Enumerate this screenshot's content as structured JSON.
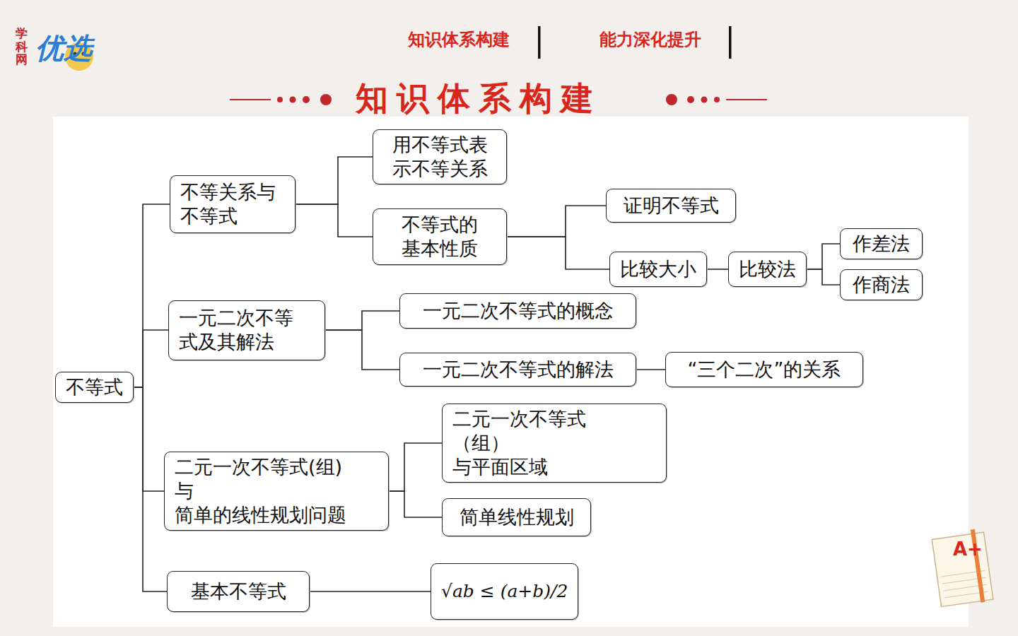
{
  "diagram": {
    "nodes": [
      {
        "text": [
          "不等式"
        ]
      },
      {
        "text": [
          "不等关系与 不等式"
        ]
      },
      {
        "text": [
          "用不等式表 示不等关系"
        ]
      },
      {
        "text": [
          "不等式的 基本性质"
        ]
      },
      {
        "text": [
          "证明不等式"
        ]
      },
      {
        "text": [
          "比较大小"
        ]
      },
      {
        "text": [
          "比较法"
        ]
      },
      {
        "text": [
          "作差法"
        ]
      },
      {
        "text": [
          "作商法"
        ]
      },
      {
        "text": [
          "一元二次不等 式及其解法"
        ]
      },
      {
        "text": [
          "一元二次不等式的概念"
        ]
      },
      {
        "text": [
          "一元二次不等式的解法"
        ]
      },
      {
        "text": [
          "“三个二次”的关系"
        ]
      },
      {
        "text": [
          "二元一次不等式(组)与 简单的线性规划问题"
        ]
      },
      {
        "text": [
          "二元一次不等式（组） 与平面区域"
        ]
      },
      {
        "text": [
          "简单线性规划"
        ]
      },
      {
        "text": [
          "基本不等式"
        ]
      },
      {
        "text": [
          "√ab ≤ (a+b)/2"
        ]
      }
    ],
    "edges": [
      {
        "from": 0,
        "to": 1,
        "arrow": "none"
      },
      {
        "from": 0,
        "to": 9,
        "arrow": "none"
      },
      {
        "from": 0,
        "to": 13,
        "arrow": "none"
      },
      {
        "from": 0,
        "to": 16,
        "arrow": "none"
      },
      {
        "from": 1,
        "to": 2,
        "arrow": "none"
      },
      {
        "from": 1,
        "to": 3,
        "arrow": "none"
      },
      {
        "from": 3,
        "to": 4,
        "arrow": "none"
      },
      {
        "from": 3,
        "to": 5,
        "arrow": "none"
      },
      {
        "from": 5,
        "to": 6,
        "arrow": "none"
      },
      {
        "from": 6,
        "to": 7,
        "arrow": "none"
      },
      {
        "from": 6,
        "to": 8,
        "arrow": "none"
      },
      {
        "from": 9,
        "to": 10,
        "arrow": "none"
      },
      {
        "from": 9,
        "to": 11,
        "arrow": "none"
      },
      {
        "from": 11,
        "to": 12,
        "arrow": "none"
      },
      {
        "from": 13,
        "to": 14,
        "arrow": "none"
      },
      {
        "from": 13,
        "to": 15,
        "arrow": "none"
      },
      {
        "from": 16,
        "to": 17,
        "arrow": "none"
      }
    ],
    "labels": [
      "知识体系构建",
      "能力深化提升",
      "知识体系构建",
      "学科网",
      "优选",
      "A+"
    ]
  }
}
